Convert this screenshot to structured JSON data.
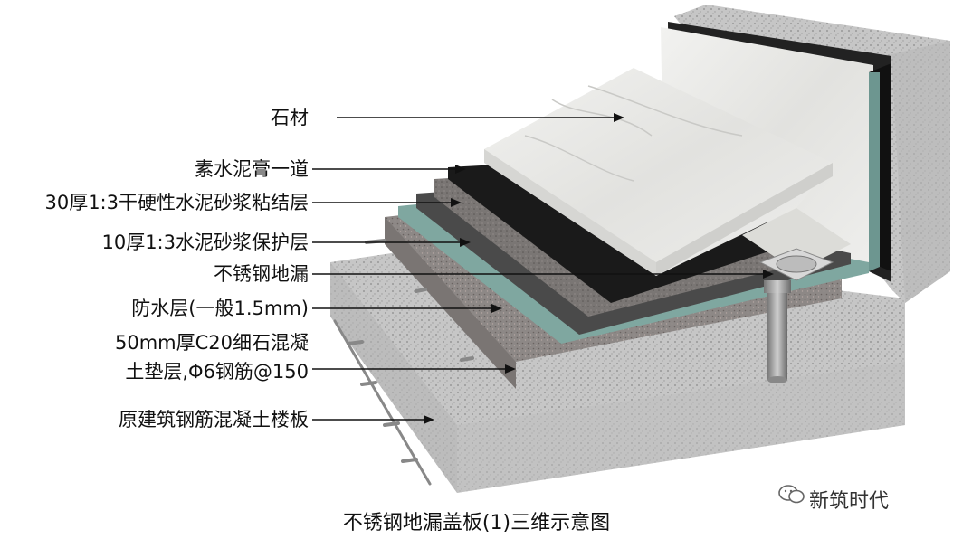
{
  "labels": [
    {
      "id": "stone",
      "text": "石材"
    },
    {
      "id": "cement-paste",
      "text": "素水泥膏一道"
    },
    {
      "id": "bond-layer",
      "text": "30厚1:3干硬性水泥砂浆粘结层"
    },
    {
      "id": "protect-layer",
      "text": "10厚1:3水泥砂浆保护层"
    },
    {
      "id": "drain",
      "text": "不锈钢地漏"
    },
    {
      "id": "waterproof",
      "text": "防水层(一般1.5mm)"
    },
    {
      "id": "cushion-1",
      "text": "50mm厚C20细石混凝"
    },
    {
      "id": "cushion-2",
      "text": "土垫层,Φ6钢筋@150"
    },
    {
      "id": "slab",
      "text": "原建筑钢筋混凝土楼板"
    }
  ],
  "caption": "不锈钢地漏盖板(1)三维示意图",
  "watermark": "新筑时代",
  "colors": {
    "slab": "#c9c9c9",
    "cushion": "#8f8a88",
    "waterproof": "#7fa7a0",
    "protect": "#4a4a4a",
    "bond": "#7c7875",
    "paste": "#1a1a1a",
    "stone": "#e8e8e6",
    "wall": "#a8a8a8"
  }
}
